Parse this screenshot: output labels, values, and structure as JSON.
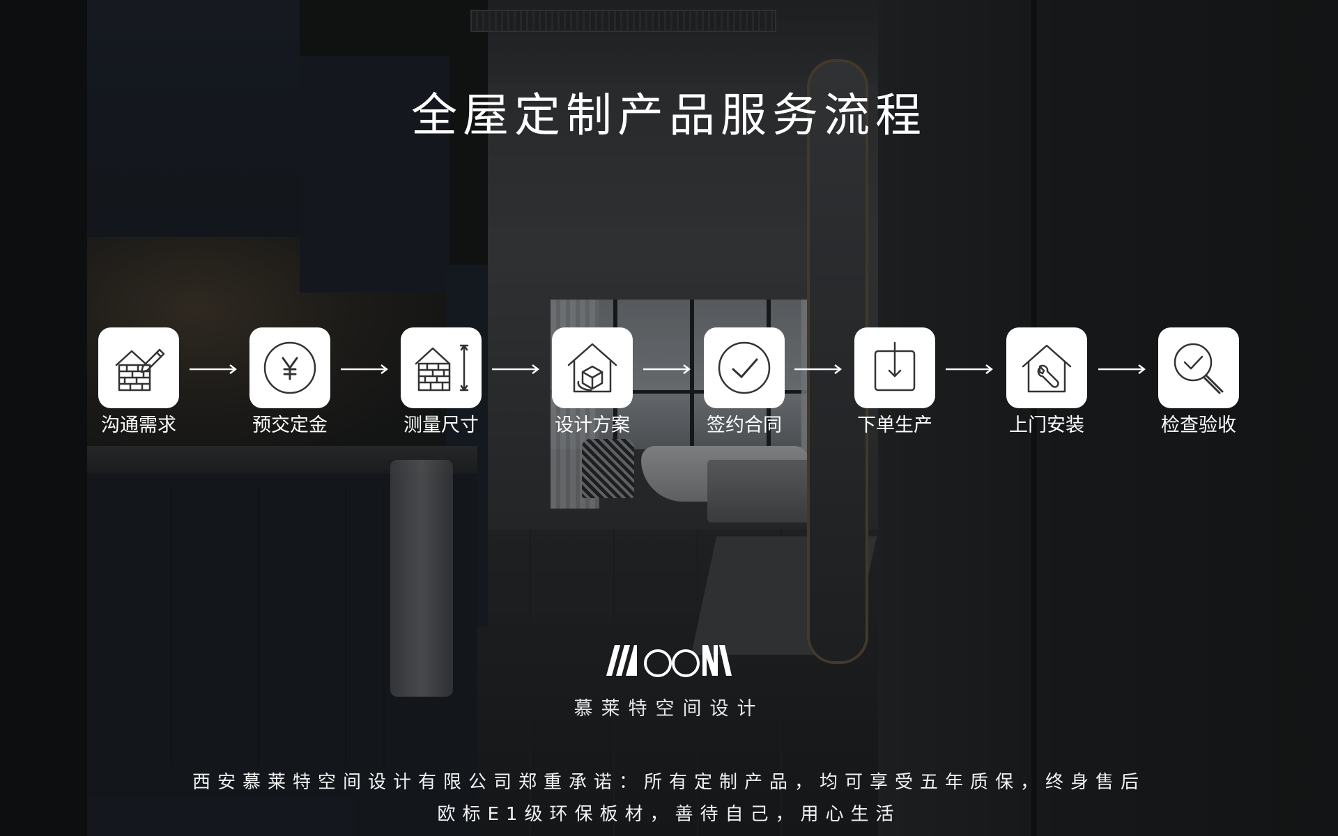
{
  "title": "全屋定制产品服务流程",
  "steps": [
    {
      "label": "沟通需求",
      "icon": "house-brick-pencil-icon"
    },
    {
      "label": "预交定金",
      "icon": "yen-coin-icon"
    },
    {
      "label": "测量尺寸",
      "icon": "house-brick-measure-icon"
    },
    {
      "label": "设计方案",
      "icon": "house-box-design-icon"
    },
    {
      "label": "签约合同",
      "icon": "check-circle-icon"
    },
    {
      "label": "下单生产",
      "icon": "download-box-icon"
    },
    {
      "label": "上门安装",
      "icon": "house-wrench-icon"
    },
    {
      "label": "检查验收",
      "icon": "magnifier-check-icon"
    }
  ],
  "brand": {
    "logo_text": "MOON",
    "name": "慕莱特空间设计"
  },
  "promise": {
    "line1": "西安慕莱特空间设计有限公司郑重承诺：所有定制产品，均可享受五年质保，终身售后",
    "line2": "欧标E1级环保板材，善待自己，用心生活"
  },
  "colors": {
    "background": "#161718",
    "card": "#ffffff",
    "text": "#ffffff",
    "icon_stroke": "#333333"
  }
}
